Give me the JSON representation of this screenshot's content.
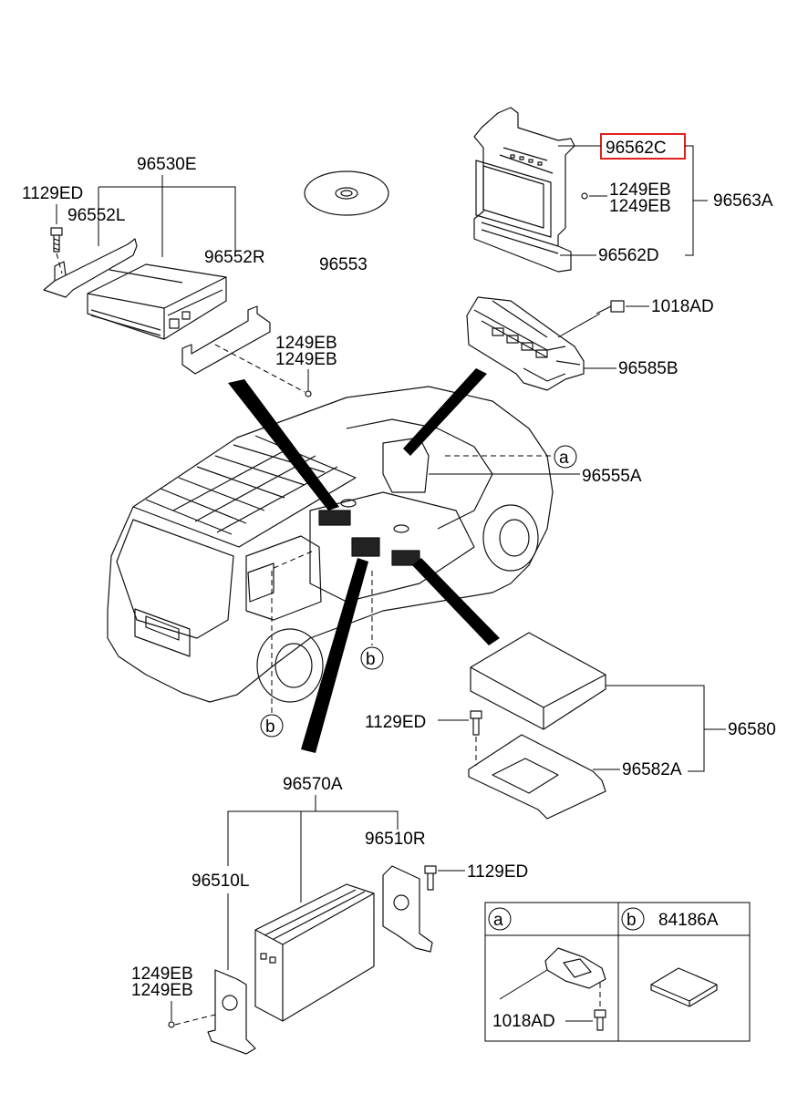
{
  "labels": {
    "p96530E": "96530E",
    "p1129ED_a": "1129ED",
    "p96552L": "96552L",
    "p96552R": "96552R",
    "p96553": "96553",
    "p1249EB_a1": "1249EB",
    "p1249EB_a2": "1249EB",
    "p96562C": "96562C",
    "p1249EB_b1": "1249EB",
    "p1249EB_b2": "1249EB",
    "p96563A": "96563A",
    "p96562D": "96562D",
    "p1018AD_a": "1018AD",
    "p96585B": "96585B",
    "p96555A": "96555A",
    "p1129ED_b": "1129ED",
    "p96580": "96580",
    "p96582A": "96582A",
    "p96570A": "96570A",
    "p96510R": "96510R",
    "p1129ED_c": "1129ED",
    "p96510L": "96510L",
    "p1249EB_c1": "1249EB",
    "p1249EB_c2": "1249EB",
    "legend_a_part": "84186A",
    "legend_a_part2": "1018AD"
  },
  "callouts": {
    "a1": "a",
    "b1": "b",
    "b2": "b",
    "legend_a": "a",
    "legend_b": "b"
  },
  "colors": {
    "highlight": "#e0201c",
    "line": "#000000"
  }
}
